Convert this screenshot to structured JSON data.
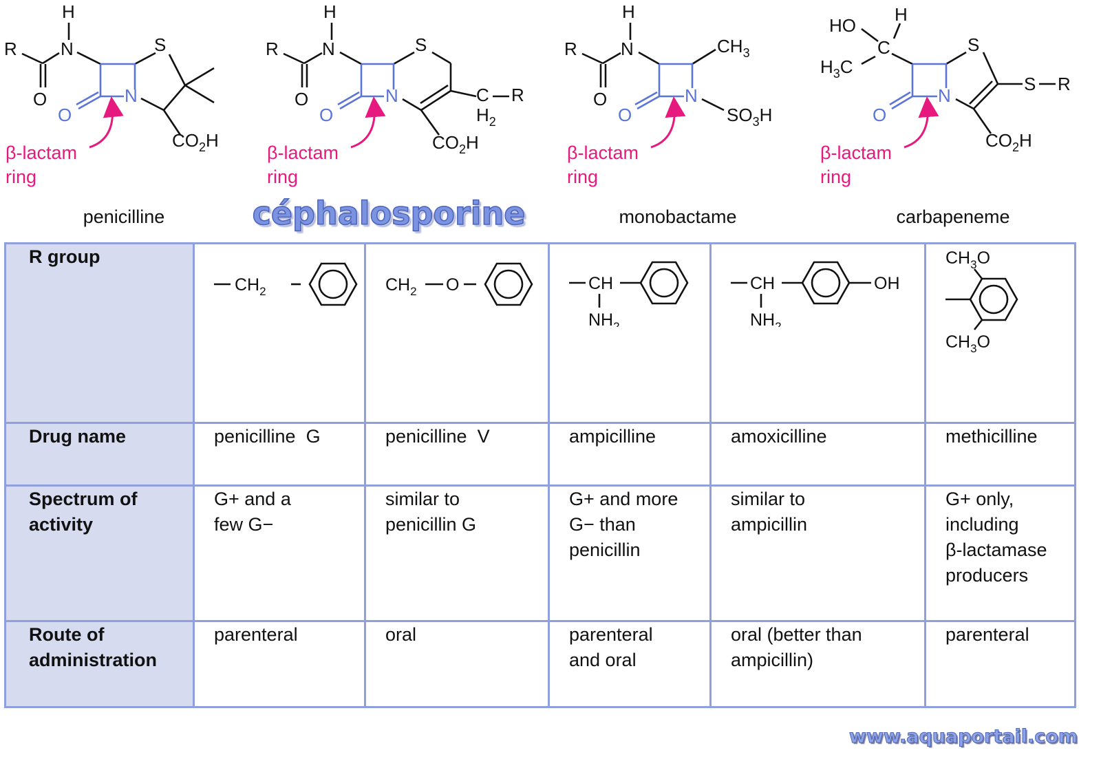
{
  "structures": [
    {
      "name": "penicilline",
      "highlighted": false
    },
    {
      "name": "céphalosporine",
      "highlighted": true
    },
    {
      "name": "monobactame",
      "highlighted": false
    },
    {
      "name": "carbapeneme",
      "highlighted": false
    }
  ],
  "ring_annotation": {
    "line1": "β-lactam",
    "line2": "ring"
  },
  "colors": {
    "ring": "#5b74d8",
    "annotation": "#e6197e",
    "header_fill": "#d7dbf0",
    "border": "#8fa0dc"
  },
  "table": {
    "row_headers": {
      "r_group": "R group",
      "drug_name": "Drug name",
      "spectrum": [
        "Spectrum of",
        "activity"
      ],
      "route": [
        "Route of",
        "administration"
      ]
    },
    "columns": [
      {
        "drug": "penicilline  G",
        "spectrum": [
          "G+ and a",
          "few G−"
        ],
        "route": [
          "parenteral"
        ]
      },
      {
        "drug": "penicilline  V",
        "spectrum": [
          "similar to",
          "penicillin G"
        ],
        "route": [
          "oral"
        ]
      },
      {
        "drug": "ampicilline",
        "spectrum": [
          "G+ and more",
          "G− than",
          "penicillin"
        ],
        "route": [
          "parenteral",
          "and oral"
        ]
      },
      {
        "drug": "amoxicilline",
        "spectrum": [
          "similar to",
          "ampicillin"
        ],
        "route": [
          "oral (better than",
          "ampicillin)"
        ]
      },
      {
        "drug": "methicilline",
        "spectrum": [
          "G+ only,",
          "including",
          "β-lactamase",
          "producers"
        ],
        "route": [
          "parenteral"
        ]
      }
    ]
  },
  "watermark": "www.aquaportail.com"
}
